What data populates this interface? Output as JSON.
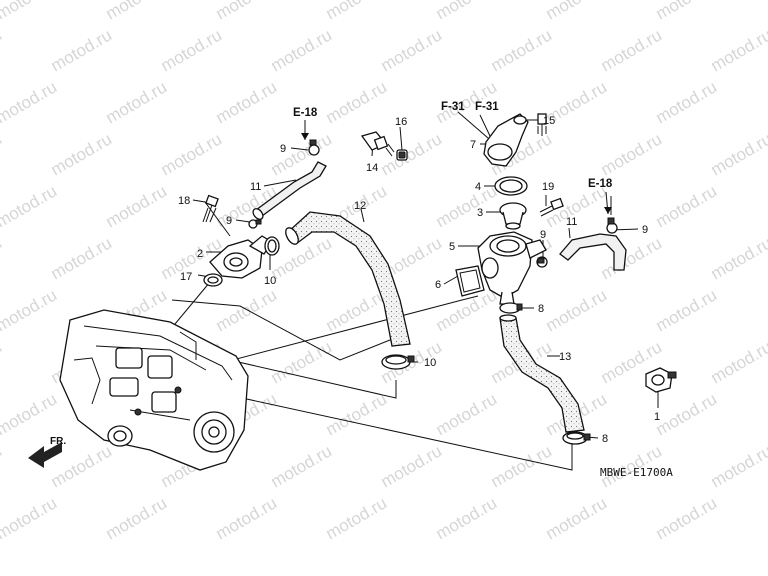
{
  "watermark": {
    "text": "motod.ru"
  },
  "diagram_code": "MBWE-E1700A",
  "direction_label": "FR.",
  "references": {
    "e18_left": "E-18",
    "e18_right": "E-18",
    "f31_left": "F-31",
    "f31_right": "F-31"
  },
  "callouts": [
    {
      "id": "c1",
      "label": "1"
    },
    {
      "id": "c2",
      "label": "2"
    },
    {
      "id": "c3",
      "label": "3"
    },
    {
      "id": "c4",
      "label": "4"
    },
    {
      "id": "c5",
      "label": "5"
    },
    {
      "id": "c6",
      "label": "6"
    },
    {
      "id": "c7",
      "label": "7"
    },
    {
      "id": "c8a",
      "label": "8"
    },
    {
      "id": "c8b",
      "label": "8"
    },
    {
      "id": "c9a",
      "label": "9"
    },
    {
      "id": "c9b",
      "label": "9"
    },
    {
      "id": "c9c",
      "label": "9"
    },
    {
      "id": "c9d",
      "label": "9"
    },
    {
      "id": "c10a",
      "label": "10"
    },
    {
      "id": "c10b",
      "label": "10"
    },
    {
      "id": "c11a",
      "label": "11"
    },
    {
      "id": "c11b",
      "label": "11"
    },
    {
      "id": "c12",
      "label": "12"
    },
    {
      "id": "c13",
      "label": "13"
    },
    {
      "id": "c14",
      "label": "14"
    },
    {
      "id": "c15",
      "label": "15"
    },
    {
      "id": "c16",
      "label": "16"
    },
    {
      "id": "c17",
      "label": "17"
    },
    {
      "id": "c18",
      "label": "18"
    },
    {
      "id": "c19",
      "label": "19"
    }
  ]
}
